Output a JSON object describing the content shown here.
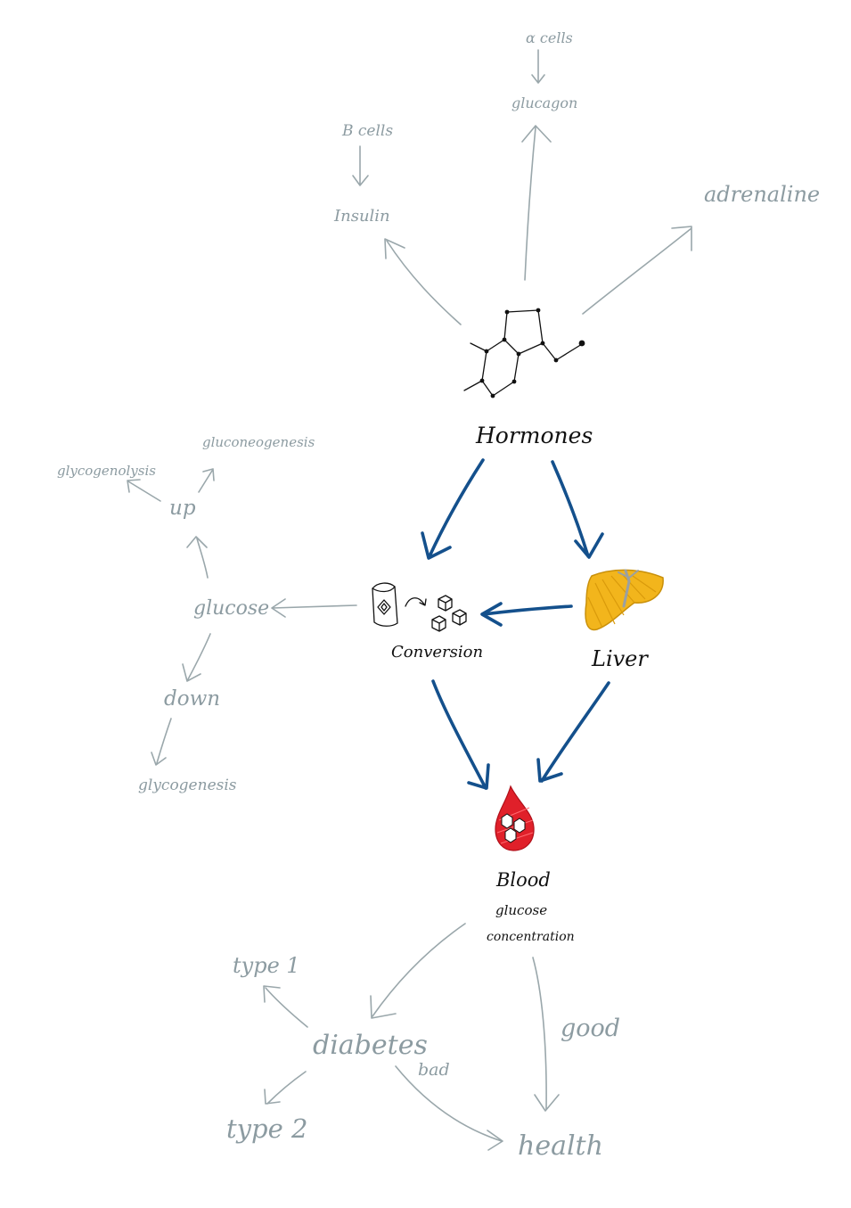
{
  "labels": {
    "alpha_cells": "α cells",
    "glucagon": "glucagon",
    "beta_cells": "B cells",
    "insulin": "Insulin",
    "adrenaline": "adrenaline",
    "hormones": "Hormones",
    "gluconeogenesis": "gluconeogenesis",
    "glycogenolysis": "glycogenolysis",
    "up": "up",
    "glucose": "glucose",
    "down": "down",
    "glycogenesis": "glycogenesis",
    "conversion": "Conversion",
    "liver": "Liver",
    "blood": "Blood",
    "glucose_small": "glucose",
    "concentration": "concentration",
    "type1": "type 1",
    "diabetes": "diabetes",
    "type2": "type 2",
    "bad": "bad",
    "good": "good",
    "health": "health"
  },
  "colors": {
    "main_arrow": "#14508c",
    "side_text": "#8c9ba1",
    "main_text": "#111111",
    "liver": "#f2b51c",
    "blood": "#e0202a"
  }
}
